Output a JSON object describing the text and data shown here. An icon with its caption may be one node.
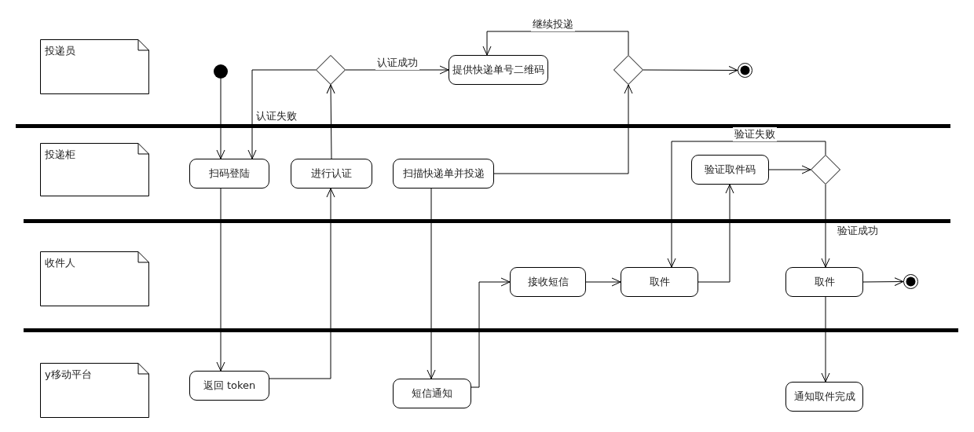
{
  "diagram": {
    "nodes": [
      {
        "text": [
          "投递员"
        ]
      },
      {
        "text": [],
        "shape": "circle"
      },
      {
        "text": [],
        "shape": "diamond"
      },
      {
        "text": [
          "提供快递单号二维码"
        ]
      },
      {
        "text": [],
        "shape": "diamond"
      },
      {
        "text": [],
        "shape": "circle"
      },
      {
        "text": [
          "投递柜"
        ]
      },
      {
        "text": [
          "扫码登陆"
        ]
      },
      {
        "text": [
          "进行认证"
        ]
      },
      {
        "text": [
          "扫描快递单并投递"
        ]
      },
      {
        "text": [
          "验证取件码"
        ]
      },
      {
        "text": [],
        "shape": "diamond"
      },
      {
        "text": [
          "收件人"
        ]
      },
      {
        "text": [
          "接收短信"
        ]
      },
      {
        "text": [
          "取件"
        ]
      },
      {
        "text": [
          "取件"
        ]
      },
      {
        "text": [],
        "shape": "circle"
      },
      {
        "text": [
          "y移动平台"
        ]
      },
      {
        "text": [
          "返回 token"
        ]
      },
      {
        "text": [
          "短信通知"
        ]
      },
      {
        "text": [
          "通知取件完成"
        ]
      }
    ],
    "edges": [
      {
        "from": 1,
        "to": 7,
        "arrow": "to"
      },
      {
        "from": 2,
        "to": 7,
        "arrow": "to",
        "label": "认证失败"
      },
      {
        "from": 2,
        "to": 3,
        "arrow": "to",
        "label": "认证成功"
      },
      {
        "from": 8,
        "to": 2,
        "arrow": "to"
      },
      {
        "from": 4,
        "to": 3,
        "arrow": "to",
        "label": "继续投递"
      },
      {
        "from": 4,
        "to": 5,
        "arrow": "to"
      },
      {
        "from": 9,
        "to": 4,
        "arrow": "to"
      },
      {
        "from": 7,
        "to": 18,
        "arrow": "to"
      },
      {
        "from": 18,
        "to": 8,
        "arrow": "to"
      },
      {
        "from": 9,
        "to": 19,
        "arrow": "to"
      },
      {
        "from": 19,
        "to": 13,
        "arrow": "to"
      },
      {
        "from": 13,
        "to": 14,
        "arrow": "to"
      },
      {
        "from": 14,
        "to": 10,
        "arrow": "to"
      },
      {
        "from": 10,
        "to": 11,
        "arrow": "to"
      },
      {
        "from": 11,
        "to": 14,
        "arrow": "to",
        "label": "验证失败"
      },
      {
        "from": 11,
        "to": 15,
        "arrow": "to",
        "label": "验证成功"
      },
      {
        "from": 15,
        "to": 16,
        "arrow": "to"
      },
      {
        "from": 15,
        "to": 20,
        "arrow": "to"
      }
    ]
  }
}
